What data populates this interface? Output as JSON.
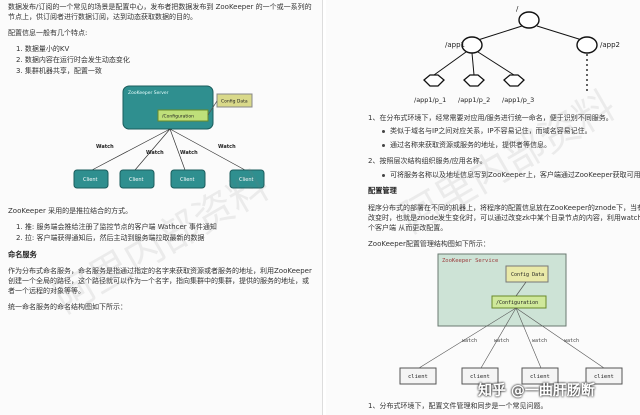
{
  "left": {
    "intro1": "数据发布/订阅的一个常见的场景是配置中心，发布者把数据发布到 ZooKeeper 的一个或一系列的",
    "intro2": "节点上，供订阅者进行数据订阅，达到动态获取数据的目的。",
    "features_title": "配置信息一般有几个特点:",
    "features": [
      "1. 数据量小的KV",
      "2. 数据内容在运行时会发生动态变化",
      "3. 集群机器共享，配置一致"
    ],
    "diagram": {
      "server_label": "ZooKeeper Server",
      "config_data": "Config Data",
      "configuration": "/Configuration",
      "watch": "Watch",
      "client": "Client"
    },
    "model_title": "ZooKeeper 采用的是推拉结合的方式。",
    "model_items": [
      "1. 推: 服务端会推给注册了监控节点的客户端 Wathcer 事件通知",
      "2. 拉: 客户端获得通知后，然后主动到服务端拉取最新的数据"
    ],
    "naming_title": "命名服务",
    "naming1": "作为分布式命名服务，命名服务是指通过指定的名字来获取资源或者服务的地址，利用ZooKeeper",
    "naming2": "创建一个全局的路径，这个路径就可以作为一个名字，指向集群中的集群，提供的服务的地址，或",
    "naming3": "者一个远程的对象等等。",
    "naming4": "统一命名服务的命名结构图如下所示："
  },
  "right": {
    "tree": {
      "root": "/",
      "app1": "/app1",
      "app2": "/app2",
      "p1": "/app1/p_1",
      "p2": "/app1/p_2",
      "p3": "/app1/p_3"
    },
    "item1": "1、在分布式环境下，经常需要对应用/服务进行统一命名，便于识别不同服务。",
    "bullets1": [
      "类似于域名与IP之间对应关系，IP不容易记住，而域名容易记住。",
      "通过名称来获取资源或服务的地址，提供者等信息。"
    ],
    "item2": "2、按照层次结构组织服务/应用名称。",
    "bullets2": [
      "可将服务名称以及地址信息写到ZooKeeper上，客户端通过ZooKeeper获取可用服务列表"
    ],
    "config_title": "配置管理",
    "config1": "程序分布式的部署在不同的机器上，将程序的配置信息放在ZooKeeper的znode下，当有配置发生",
    "config2": "改变时，也就是znode发生变化时，可以通过改变zk中某个目录节点的内容，利用watch通知给各",
    "config3": "个客户端 从而更改配置。",
    "config4": "ZooKeeper配置管理结构图如下所示：",
    "diagram": {
      "server_label": "ZooKeeper Service",
      "config_data": "Config Data",
      "configuration": "/Configuration",
      "watch": "watch",
      "client": "client"
    },
    "bottom": "1、分布式环境下，配置文件管理和同步是一个常见问题。"
  },
  "watermark": [
    "阿里内部资料",
    "阿里内部资料"
  ],
  "logo": "知乎 @一曲肝肠断"
}
